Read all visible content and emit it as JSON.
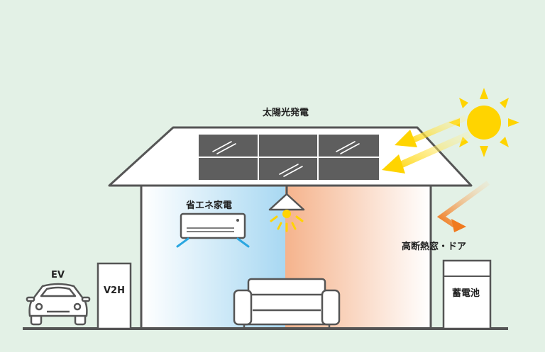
{
  "labels": {
    "solar": "太陽光発電",
    "appliance": "省エネ家電",
    "window": "高断熱窓・ドア",
    "battery": "蓄電池",
    "v2h": "V2H",
    "ev": "EV"
  },
  "colors": {
    "background": "#e3f1e6",
    "outline": "#555555",
    "panel": "#5e5e5e",
    "sun": "#ffd400",
    "cool": "#a8d8f2",
    "warm": "#f5b38c",
    "heat_arrow": "#f28c2a"
  }
}
